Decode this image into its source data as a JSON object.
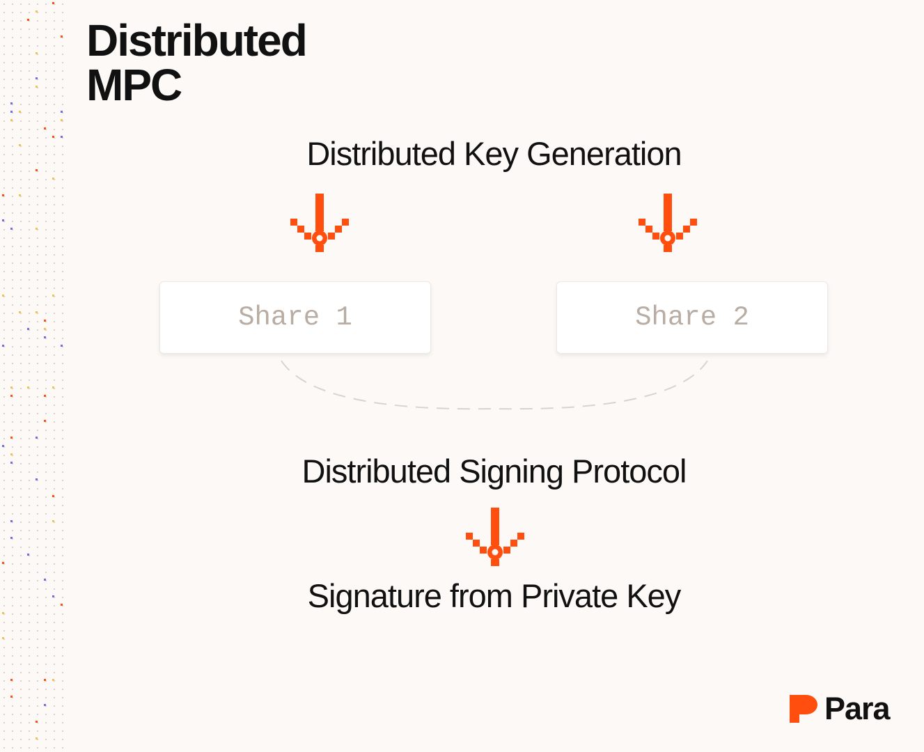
{
  "title": {
    "line1": "Distributed",
    "line2": "MPC"
  },
  "steps": {
    "key_generation": "Distributed Key Generation",
    "signing_protocol": "Distributed Signing Protocol",
    "signature": "Signature from Private Key"
  },
  "shares": [
    {
      "label": "Share 1"
    },
    {
      "label": "Share 2"
    }
  ],
  "brand": {
    "name": "Para",
    "logo_icon": "para-logo-icon"
  },
  "icons": {
    "arrow": "down-arrow-icon"
  },
  "colors": {
    "background": "#fcf9f6",
    "accent": "#ff4e0d",
    "share_text": "#b8aca3",
    "dot": "#dcd6cf",
    "pixel_blue": "#6f6de0",
    "pixel_yellow": "#f2c14e",
    "pixel_orange": "#ff4e0d"
  }
}
